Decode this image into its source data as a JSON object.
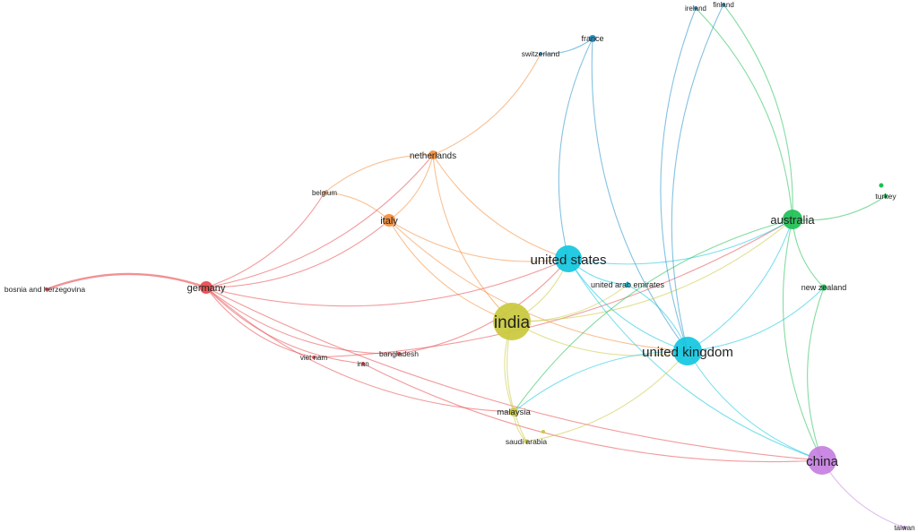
{
  "colors": {
    "red": "#e8474b",
    "orange": "#f28d3b",
    "yellow": "#c9c93c",
    "cyan": "#12c7e0",
    "green": "#1fbf55",
    "blue": "#1f8fc9",
    "purple": "#c57fe0"
  },
  "nodes": [
    {
      "id": "india",
      "label": "india",
      "cluster": "yellow"
    },
    {
      "id": "united_states",
      "label": "united states",
      "cluster": "cyan"
    },
    {
      "id": "united_kingdom",
      "label": "united kingdom",
      "cluster": "cyan"
    },
    {
      "id": "australia",
      "label": "australia",
      "cluster": "green"
    },
    {
      "id": "china",
      "label": "china",
      "cluster": "purple"
    },
    {
      "id": "germany",
      "label": "germany",
      "cluster": "red"
    },
    {
      "id": "italy",
      "label": "italy",
      "cluster": "orange"
    },
    {
      "id": "netherlands",
      "label": "netherlands",
      "cluster": "orange"
    },
    {
      "id": "belgium",
      "label": "belgium",
      "cluster": "orange"
    },
    {
      "id": "france",
      "label": "france",
      "cluster": "blue"
    },
    {
      "id": "switzerland",
      "label": "switzerland",
      "cluster": "blue"
    },
    {
      "id": "ireland",
      "label": "ireland",
      "cluster": "blue"
    },
    {
      "id": "finland",
      "label": "finland",
      "cluster": "blue"
    },
    {
      "id": "turkey",
      "label": "turkey",
      "cluster": "green"
    },
    {
      "id": "new_zealand",
      "label": "new zealand",
      "cluster": "green"
    },
    {
      "id": "uae",
      "label": "united arab emirates",
      "cluster": "cyan"
    },
    {
      "id": "bosnia",
      "label": "bosnia and herzegovina",
      "cluster": "red"
    },
    {
      "id": "vietnam",
      "label": "viet nam",
      "cluster": "red"
    },
    {
      "id": "iran",
      "label": "iran",
      "cluster": "red"
    },
    {
      "id": "bangladesh",
      "label": "bangladesh",
      "cluster": "red"
    },
    {
      "id": "malaysia",
      "label": "malaysia",
      "cluster": "yellow"
    },
    {
      "id": "saudi_arabia",
      "label": "saudi arabia",
      "cluster": "yellow"
    },
    {
      "id": "taiwan",
      "label": "taiwan",
      "cluster": "purple"
    }
  ],
  "links": [
    [
      "germany",
      "bosnia"
    ],
    [
      "germany",
      "italy"
    ],
    [
      "germany",
      "netherlands"
    ],
    [
      "germany",
      "belgium"
    ],
    [
      "germany",
      "united_states"
    ],
    [
      "germany",
      "vietnam"
    ],
    [
      "germany",
      "iran"
    ],
    [
      "germany",
      "bangladesh"
    ],
    [
      "germany",
      "malaysia"
    ],
    [
      "germany",
      "china"
    ],
    [
      "vietnam",
      "australia"
    ],
    [
      "iran",
      "china"
    ],
    [
      "bangladesh",
      "united_states"
    ],
    [
      "italy",
      "netherlands"
    ],
    [
      "italy",
      "belgium"
    ],
    [
      "italy",
      "united_states"
    ],
    [
      "italy",
      "india"
    ],
    [
      "italy",
      "united_kingdom"
    ],
    [
      "netherlands",
      "india"
    ],
    [
      "netherlands",
      "united_states"
    ],
    [
      "netherlands",
      "switzerland"
    ],
    [
      "netherlands",
      "belgium"
    ],
    [
      "switzerland",
      "france"
    ],
    [
      "france",
      "united_states"
    ],
    [
      "france",
      "united_kingdom"
    ],
    [
      "india",
      "united_states"
    ],
    [
      "india",
      "united_kingdom"
    ],
    [
      "india",
      "australia"
    ],
    [
      "india",
      "malaysia"
    ],
    [
      "india",
      "saudi_arabia"
    ],
    [
      "india",
      "uae"
    ],
    [
      "united_states",
      "united_kingdom"
    ],
    [
      "united_states",
      "australia"
    ],
    [
      "united_states",
      "china"
    ],
    [
      "united_states",
      "uae"
    ],
    [
      "united_kingdom",
      "australia"
    ],
    [
      "united_kingdom",
      "china"
    ],
    [
      "united_kingdom",
      "malaysia"
    ],
    [
      "united_kingdom",
      "new_zealand"
    ],
    [
      "united_kingdom",
      "uae"
    ],
    [
      "australia",
      "china"
    ],
    [
      "australia",
      "turkey"
    ],
    [
      "australia",
      "new_zealand"
    ],
    [
      "australia",
      "ireland"
    ],
    [
      "australia",
      "finland"
    ],
    [
      "australia",
      "malaysia"
    ],
    [
      "ireland",
      "united_kingdom"
    ],
    [
      "finland",
      "united_kingdom"
    ],
    [
      "new_zealand",
      "china"
    ],
    [
      "china",
      "taiwan"
    ],
    [
      "malaysia",
      "saudi_arabia"
    ],
    [
      "saudi_arabia",
      "united_kingdom"
    ]
  ]
}
